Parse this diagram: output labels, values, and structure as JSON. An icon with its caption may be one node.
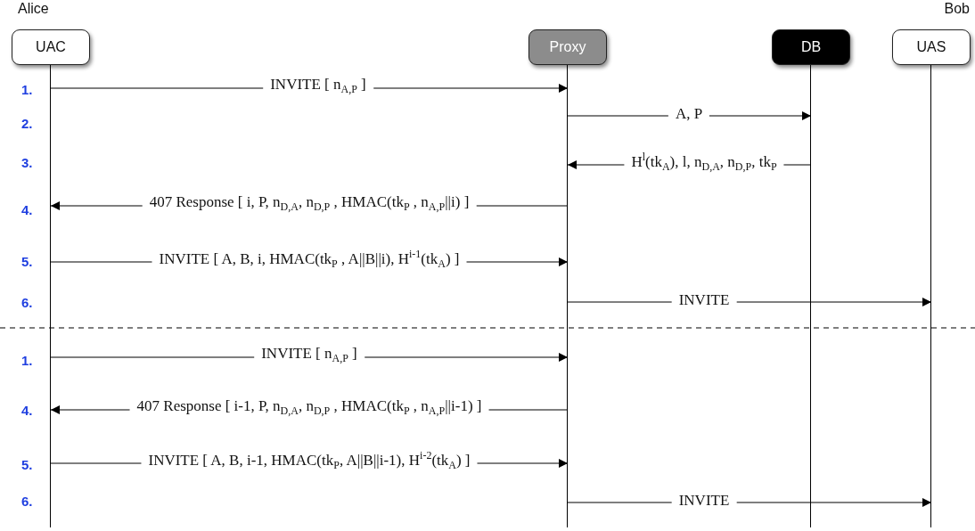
{
  "diagram": {
    "nodes": [
      {
        "text": [
          "UAC"
        ],
        "beside": [
          "Alice"
        ]
      },
      {
        "text": [
          "Proxy"
        ]
      },
      {
        "text": [
          "DB"
        ]
      },
      {
        "text": [
          "UAS"
        ],
        "beside": [
          "Bob"
        ]
      }
    ],
    "edges": [
      {
        "from": 0,
        "to": 1,
        "arrow": "to",
        "label": "INVITE [ n$_{A,P}$ ]"
      },
      {
        "from": 1,
        "to": 2,
        "arrow": "to",
        "label": "A, P"
      },
      {
        "from": 2,
        "to": 1,
        "arrow": "to",
        "label": "H$^{l}$(tk$_{A}$), l, n$_{D,A}$,  n$_{D,P}$, tk$_{P}$"
      },
      {
        "from": 1,
        "to": 0,
        "arrow": "to",
        "label": "407 Response [ i, P, n$_{D,A}$, n$_{D,P}$ , HMAC(tk$_{P}$ , n$_{A,P}$||i) ]"
      },
      {
        "from": 0,
        "to": 1,
        "arrow": "to",
        "label": "INVITE [ A, B, i, HMAC(tk$_{P}$ , A||B||i), H$^{i-1}$(tk$_{A}$) ]"
      },
      {
        "from": 1,
        "to": 3,
        "arrow": "to",
        "label": "INVITE"
      },
      {
        "from": 0,
        "to": 1,
        "arrow": "to",
        "label": "INVITE [ n$_{A,P}$ ]"
      },
      {
        "from": 1,
        "to": 0,
        "arrow": "to",
        "label": "407 Response [ i-1, P, n$_{D,A}$, n$_{D,P}$ , HMAC(tk$_{P}$ , n$_{A,P}$||i-1) ]"
      },
      {
        "from": 0,
        "to": 1,
        "arrow": "to",
        "label": "INVITE [ A, B, i-1, HMAC(tk$_{P}$,  A||B||i-1), H$^{i-2}$(tk$_{A}$) ]"
      },
      {
        "from": 1,
        "to": 3,
        "arrow": "to",
        "label": "INVITE"
      }
    ],
    "labels": [
      "1.",
      "2.",
      "3.",
      "4.",
      "5.",
      "6.",
      "1.",
      "4.",
      "5.",
      "6."
    ]
  }
}
